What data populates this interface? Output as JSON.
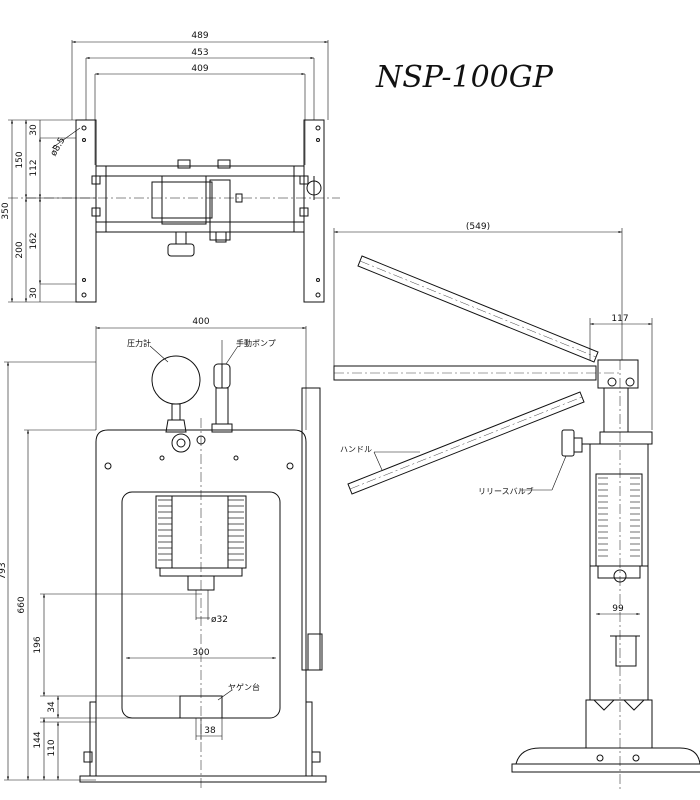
{
  "title": "NSP-100GP",
  "top_view": {
    "dims": {
      "w489": "489",
      "w453": "453",
      "w409": "409",
      "d30a": "30",
      "d150": "150",
      "d112": "112",
      "d350": "350",
      "d200": "200",
      "d162": "162",
      "d30b": "30",
      "hole": "ø8.5"
    }
  },
  "front_view": {
    "dims": {
      "w400": "400",
      "h793": "793",
      "h660": "660",
      "h196": "196",
      "w300": "300",
      "h34": "34",
      "h144": "144",
      "h110": "110",
      "w38": "38",
      "dia32": "ø32"
    },
    "labels": {
      "pressure_gauge": "圧力計",
      "hand_pump": "手動ポンプ",
      "hex_base": "ヤゲン台"
    }
  },
  "side_view": {
    "dims": {
      "reach": "(549)",
      "w117": "117",
      "w99": "99"
    },
    "labels": {
      "handle": "ハンドル",
      "release_valve": "リリースバルブ"
    }
  }
}
